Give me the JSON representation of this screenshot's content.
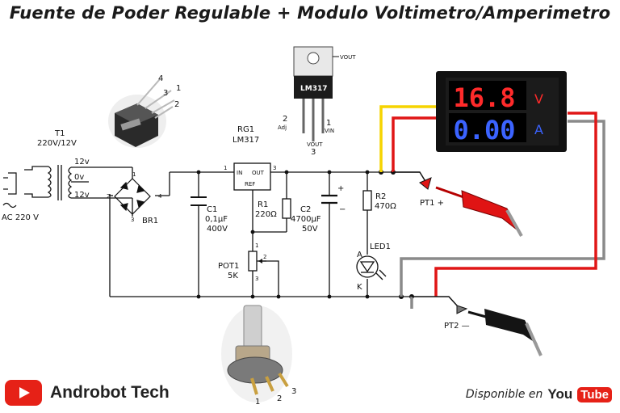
{
  "title": "Fuente de Poder Regulable + Modulo Voltimetro/Amperimetro",
  "transformer": {
    "ref": "T1",
    "rating": "220V/12V",
    "tap_top": "12v",
    "tap_mid": "0v",
    "tap_bot": "12v",
    "ac_label": "AC 220 V"
  },
  "bridge": {
    "ref": "BR1",
    "pins": [
      "1",
      "2",
      "3",
      "4"
    ]
  },
  "regulator": {
    "ref": "RG1",
    "part": "LM317",
    "pin_in": "IN",
    "pin_out": "OUT",
    "pin_ref": "REF",
    "pin1": "1",
    "pin3": "3"
  },
  "lm317_package": {
    "marking": "LM317",
    "vout": "VOUT",
    "adj": "Adj",
    "vin": "VIN",
    "pin1": "1",
    "pin2": "2",
    "pin3": "3"
  },
  "c1": {
    "ref": "C1",
    "value": "0,1µF",
    "voltage": "400V"
  },
  "r1": {
    "ref": "R1",
    "value": "220Ω"
  },
  "c2": {
    "ref": "C2",
    "value": "4700µF",
    "voltage": "50V",
    "plus": "+",
    "minus": "−"
  },
  "r2": {
    "ref": "R2",
    "value": "470Ω"
  },
  "led": {
    "ref": "LED1",
    "anode": "A",
    "cathode": "K"
  },
  "pot": {
    "ref": "POT1",
    "value": "5K",
    "pin1": "1",
    "pin2": "2",
    "pin3": "3"
  },
  "pot_photo_pins": [
    "1",
    "2",
    "3"
  ],
  "meter": {
    "voltage": "16.8",
    "voltage_unit": "V",
    "current": "0.00",
    "current_unit": "A",
    "voltage_color": "#ff2a2a",
    "current_color": "#3b63ff"
  },
  "probes": {
    "pt1": "PT1 +",
    "pt2": "PT2 —"
  },
  "brand": {
    "name": "Androbot Tech"
  },
  "youtube": {
    "available": "Disponible en",
    "you": "You",
    "tube": "Tube"
  },
  "colors": {
    "wire_yellow": "#f6d400",
    "wire_red": "#e01616",
    "wire_gray": "#8a8a8a",
    "wire_black": "#111111",
    "brand_red": "#e62117"
  }
}
